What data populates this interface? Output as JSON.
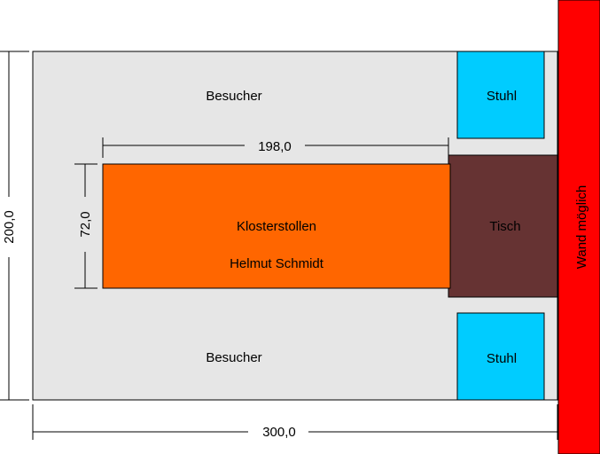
{
  "room": {
    "visitors_top": "Besucher",
    "visitors_bottom": "Besucher",
    "fill": "#e6e6e6"
  },
  "table_main": {
    "line1": "Klosterstollen",
    "line2": "Helmut Schmidt",
    "fill": "#ff6600"
  },
  "desk": {
    "label": "Tisch",
    "fill": "#663333"
  },
  "chairs": {
    "top": "Stuhl",
    "bottom": "Stuhl",
    "fill": "#00ccff"
  },
  "wall": {
    "label": "Wand möglich",
    "fill": "#ff0000"
  },
  "dimensions": {
    "width": "300,0",
    "height": "200,0",
    "table_width": "198,0",
    "table_height": "72,0"
  }
}
